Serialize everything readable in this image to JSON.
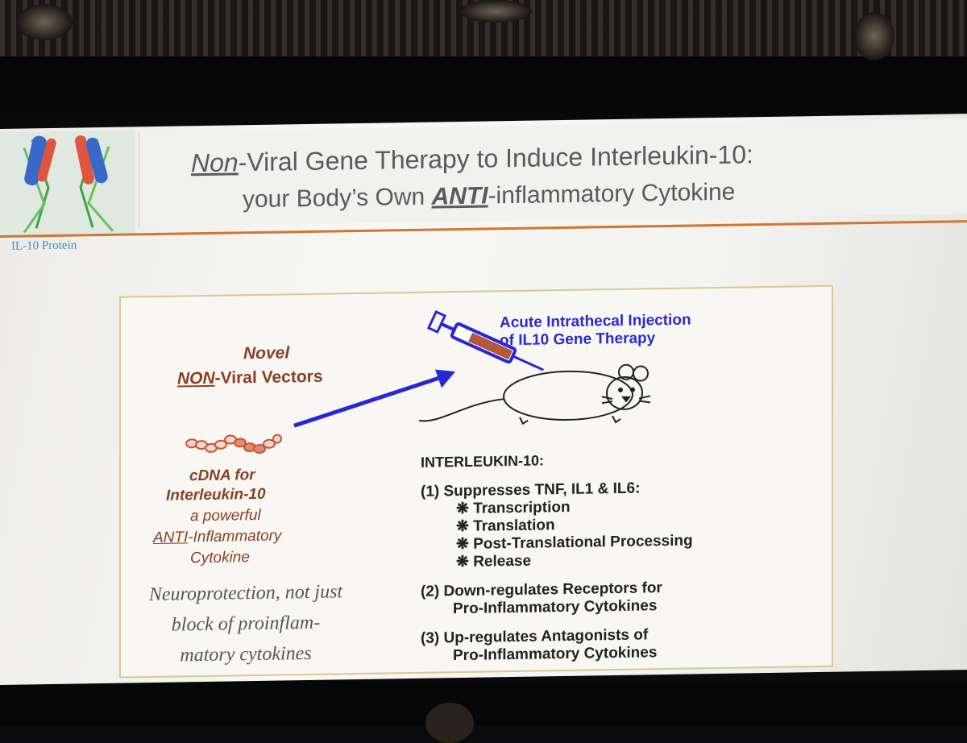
{
  "slide": {
    "caption": "IL-10 Protein",
    "title": {
      "line1_underlined": "Non",
      "line1_rest": "-Viral Gene Therapy to Induce Interleukin-10:",
      "line2_pre": "your Body’s Own ",
      "line2_emph": "ANTI",
      "line2_post": "-inflammatory Cytokine"
    },
    "left": {
      "novel_line1": "Novel",
      "novel_line2_emph": "NON",
      "novel_line2_rest": "-Viral Vectors",
      "cdna_line1": "cDNA for",
      "cdna_line2": "Interleukin-10",
      "cdna_line3": "a powerful",
      "cdna_line4_emph": "ANTI",
      "cdna_line4_rest": "-Inflammatory",
      "cdna_line5": "Cytokine",
      "neuro_line1": "Neuroprotection, not just",
      "neuro_line2": "block of proinflam-",
      "neuro_line3": "matory cytokines"
    },
    "injection": {
      "line1": "Acute Intrathecal Injection",
      "line2": "of IL10 Gene Therapy"
    },
    "interleukin": {
      "heading": "INTERLEUKIN-10:",
      "item1": "(1) Suppresses TNF, IL1 & IL6:",
      "sub1": "❋ Transcription",
      "sub2": "❋ Translation",
      "sub3": "❋  Post-Translational Processing",
      "sub4": "❋  Release",
      "item2_line1": "(2) Down-regulates Receptors for",
      "item2_line2": "Pro-Inflammatory Cytokines",
      "item3_line1": "(3) Up-regulates Antagonists of",
      "item3_line2": "Pro-Inflammatory Cytokines"
    },
    "colors": {
      "title_text": "#5a5a5a",
      "accent_rule": "#d3762d",
      "brown_text": "#8a3f25",
      "blue_text": "#2a2ad2",
      "panel_border": "#d9c98a",
      "caption_blue": "#3d8bd0"
    },
    "icons": [
      "protein-structure-image",
      "syringe-icon",
      "mouse-drawing",
      "dna-beads-icon",
      "arrow-icon"
    ]
  }
}
